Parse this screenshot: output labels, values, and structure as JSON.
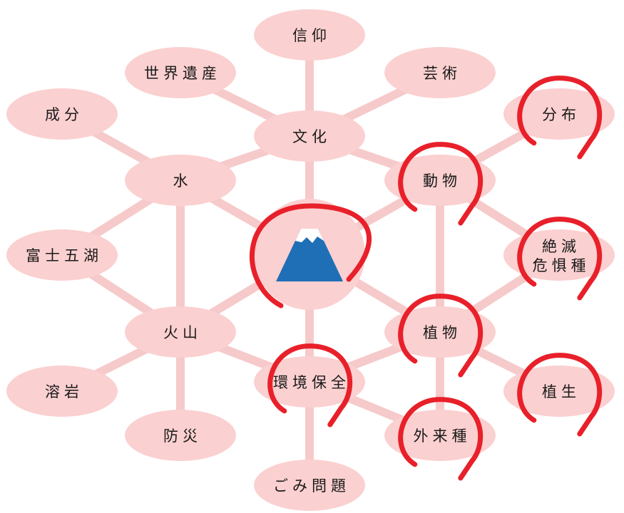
{
  "center": {
    "icon": "mount-fuji-icon",
    "circled": true
  },
  "nodes": [
    {
      "id": "shinko",
      "label": "信仰",
      "circled": false
    },
    {
      "id": "sekai_isan",
      "label": "世界遺産",
      "circled": false
    },
    {
      "id": "geijutsu",
      "label": "芸術",
      "circled": false
    },
    {
      "id": "seibun",
      "label": "成分",
      "circled": false
    },
    {
      "id": "bunka",
      "label": "文化",
      "circled": false
    },
    {
      "id": "bunpu",
      "label": "分布",
      "circled": true
    },
    {
      "id": "mizu",
      "label": "水",
      "circled": false
    },
    {
      "id": "dobutsu",
      "label": "動物",
      "circled": true
    },
    {
      "id": "fujigoko",
      "label": "富士五湖",
      "circled": false
    },
    {
      "id": "zetsumetsu",
      "label": "絶滅",
      "label2": "危惧種",
      "circled": true
    },
    {
      "id": "kazan",
      "label": "火山",
      "circled": false
    },
    {
      "id": "shokubutsu",
      "label": "植物",
      "circled": true
    },
    {
      "id": "yogan",
      "label": "溶岩",
      "circled": false
    },
    {
      "id": "kankyo",
      "label": "環境保全",
      "circled": true
    },
    {
      "id": "shokusei",
      "label": "植生",
      "circled": true
    },
    {
      "id": "bosai",
      "label": "防災",
      "circled": false
    },
    {
      "id": "gairaishu",
      "label": "外来種",
      "circled": true
    },
    {
      "id": "gomi",
      "label": "ごみ問題",
      "circled": false
    }
  ],
  "colors": {
    "node_fill": "#fbd0d0",
    "edge": "#f6caca",
    "circle_mark": "#e8202a",
    "mountain": "#1f6fb7",
    "snow": "#ffffff",
    "text": "#1a1a1a"
  }
}
